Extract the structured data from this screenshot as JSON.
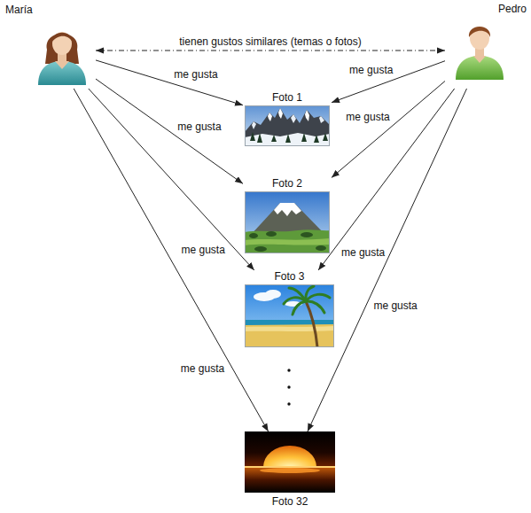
{
  "diagram": {
    "nodes": [
      {
        "text": [
          "María"
        ]
      },
      {
        "text": [
          "Pedro"
        ]
      },
      {
        "text": [
          "Foto 1"
        ]
      },
      {
        "text": [
          "Foto 2"
        ]
      },
      {
        "text": [
          "Foto 3"
        ]
      },
      {
        "text": [
          "Foto 32"
        ]
      }
    ],
    "edges": [
      {
        "from": 0,
        "to": 1,
        "arrow": "both",
        "label": "tienen gustos similares (temas o fotos)"
      },
      {
        "from": 0,
        "to": 2,
        "arrow": "to",
        "label": "me gusta"
      },
      {
        "from": 0,
        "to": 3,
        "arrow": "to",
        "label": "me gusta"
      },
      {
        "from": 0,
        "to": 4,
        "arrow": "to",
        "label": "me gusta"
      },
      {
        "from": 0,
        "to": 5,
        "arrow": "to",
        "label": "me gusta"
      },
      {
        "from": 1,
        "to": 2,
        "arrow": "to",
        "label": "me gusta"
      },
      {
        "from": 1,
        "to": 3,
        "arrow": "to",
        "label": "me gusta"
      },
      {
        "from": 1,
        "to": 4,
        "arrow": "to",
        "label": "me gusta"
      },
      {
        "from": 1,
        "to": 5,
        "arrow": "to",
        "label": "me gusta"
      }
    ]
  }
}
